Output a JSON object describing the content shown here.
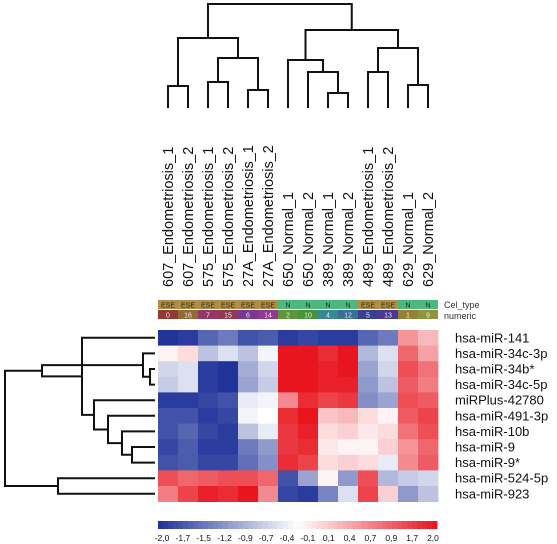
{
  "chart_data": {
    "type": "heatmap",
    "columns": [
      {
        "label": "607_Endometriosis_1",
        "cel_type": "ESE",
        "numeric": "0"
      },
      {
        "label": "607_Endometriosis_2",
        "cel_type": "ESE",
        "numeric": "16"
      },
      {
        "label": "575_Endometriosis_1",
        "cel_type": "ESE",
        "numeric": "7"
      },
      {
        "label": "575_Endometriosis_2",
        "cel_type": "ESE",
        "numeric": "15"
      },
      {
        "label": "27A_Endometriosis_1",
        "cel_type": "ESE",
        "numeric": "6"
      },
      {
        "label": "27A_Endometriosis_2",
        "cel_type": "ESE",
        "numeric": "14"
      },
      {
        "label": "650_Normal_1",
        "cel_type": "N",
        "numeric": "2"
      },
      {
        "label": "650_Normal_2",
        "cel_type": "N",
        "numeric": "10"
      },
      {
        "label": "389_Normal_1",
        "cel_type": "N",
        "numeric": "4"
      },
      {
        "label": "389_Normal_2",
        "cel_type": "N",
        "numeric": "12"
      },
      {
        "label": "489_Endometriosis_1",
        "cel_type": "ESE",
        "numeric": "5"
      },
      {
        "label": "489_Endometriosis_2",
        "cel_type": "ESE",
        "numeric": "13"
      },
      {
        "label": "629_Normal_1",
        "cel_type": "N",
        "numeric": "1"
      },
      {
        "label": "629_Normal_2",
        "cel_type": "N",
        "numeric": "9"
      }
    ],
    "rows": [
      "hsa-miR-141",
      "hsa-miR-34c-3p",
      "hsa-miR-34b*",
      "hsa-miR-34c-5p",
      "miRPlus-42780",
      "hsa-miR-491-3p",
      "hsa-miR-10b",
      "hsa-miR-9",
      "hsa-miR-9*",
      "hsa-miR-524-5p",
      "hsa-miR-923"
    ],
    "values": [
      [
        -2.0,
        -1.9,
        -1.5,
        -1.3,
        -1.7,
        -1.6,
        -1.9,
        -1.8,
        -1.9,
        -1.9,
        -1.5,
        -1.3,
        0.9,
        0.6
      ],
      [
        0.1,
        0.3,
        -0.6,
        -0.3,
        -0.6,
        -0.1,
        2.0,
        2.0,
        1.8,
        2.0,
        -0.7,
        -0.3,
        1.3,
        0.8
      ],
      [
        -0.4,
        -0.3,
        -1.9,
        -2.0,
        -0.8,
        -0.4,
        2.0,
        2.0,
        1.9,
        2.0,
        -0.9,
        -0.4,
        1.5,
        1.2
      ],
      [
        -0.5,
        -0.3,
        -1.9,
        -2.0,
        -0.9,
        -0.5,
        2.0,
        2.0,
        1.9,
        1.9,
        -1.0,
        -0.6,
        1.4,
        1.1
      ],
      [
        -1.9,
        -1.9,
        -1.8,
        -1.7,
        -0.2,
        -0.1,
        1.0,
        1.8,
        1.6,
        1.7,
        -1.1,
        -0.9,
        1.5,
        1.4
      ],
      [
        -1.7,
        -1.7,
        -1.9,
        -1.8,
        -0.1,
        0.0,
        1.8,
        2.0,
        0.5,
        0.6,
        0.3,
        0.1,
        1.4,
        1.6
      ],
      [
        -1.7,
        -1.5,
        -1.8,
        -1.9,
        -0.6,
        -0.2,
        1.7,
        1.9,
        0.3,
        0.4,
        0.2,
        0.3,
        1.2,
        1.5
      ],
      [
        -1.8,
        -1.6,
        -1.9,
        -1.9,
        -1.3,
        -1.0,
        1.7,
        1.8,
        0.2,
        0.1,
        0.1,
        0.4,
        0.9,
        1.3
      ],
      [
        -1.7,
        -1.6,
        -1.8,
        -1.8,
        -1.4,
        -1.1,
        1.8,
        1.6,
        0.3,
        0.4,
        0.3,
        -0.2,
        1.0,
        1.4
      ],
      [
        1.5,
        1.3,
        1.4,
        1.5,
        1.5,
        1.3,
        -1.7,
        -0.9,
        0.1,
        -1.0,
        1.5,
        -0.7,
        -0.5,
        -0.4
      ],
      [
        1.1,
        1.6,
        1.9,
        1.8,
        2.0,
        1.0,
        -1.8,
        -1.9,
        -1.2,
        -0.3,
        1.6,
        0.4,
        -1.0,
        -0.6
      ]
    ],
    "annotation_labels": [
      "Cel_type",
      "numeric"
    ],
    "scale_ticks": [
      "-2,0",
      "-1,7",
      "-1,5",
      "-1,2",
      "-0,9",
      "-0,7",
      "-0,4",
      "-0,1",
      "0,1",
      "0,4",
      "0,7",
      "0,9",
      "1,7",
      "2,0"
    ],
    "colors": {
      "low": "#1f3399",
      "mid": "#ffffff",
      "high": "#e8141e",
      "ese": "#b48c46",
      "n": "#3dae6f"
    }
  }
}
